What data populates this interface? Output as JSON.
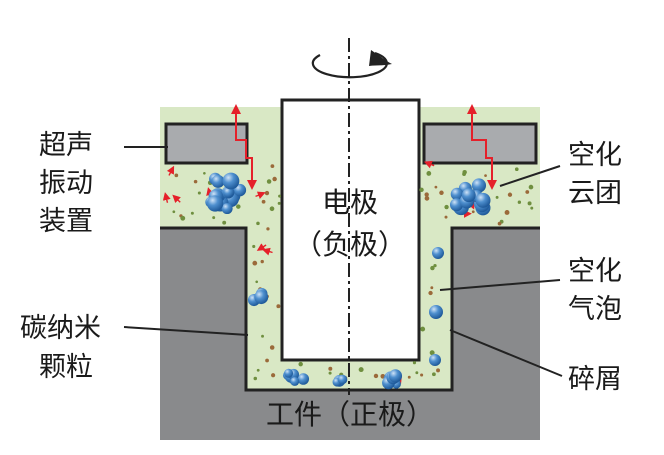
{
  "labels": {
    "ultrasonic_1": "超声",
    "ultrasonic_2": "振动",
    "ultrasonic_3": "装置",
    "cavitation_cloud_1": "空化",
    "cavitation_cloud_2": "云团",
    "cavitation_bubble_1": "空化",
    "cavitation_bubble_2": "气泡",
    "cnt_1": "碳纳米",
    "cnt_2": "颗粒",
    "debris": "碎屑",
    "electrode_1": "电极",
    "electrode_2": "（负极）",
    "workpiece": "工件（正极）"
  },
  "colors": {
    "fluid": "#d9e8c5",
    "workpiece": "#898a8c",
    "transducer": "#a9abae",
    "electrode": "#ffffff",
    "arrow_red": "#e5202a",
    "bubble_blue": "#3d7fc1",
    "debris_brown": "#9b6a3a",
    "outline": "#222222"
  },
  "icons": {
    "rotation": "rotation-arrow-icon",
    "vibration": "zigzag-double-arrow-icon"
  }
}
